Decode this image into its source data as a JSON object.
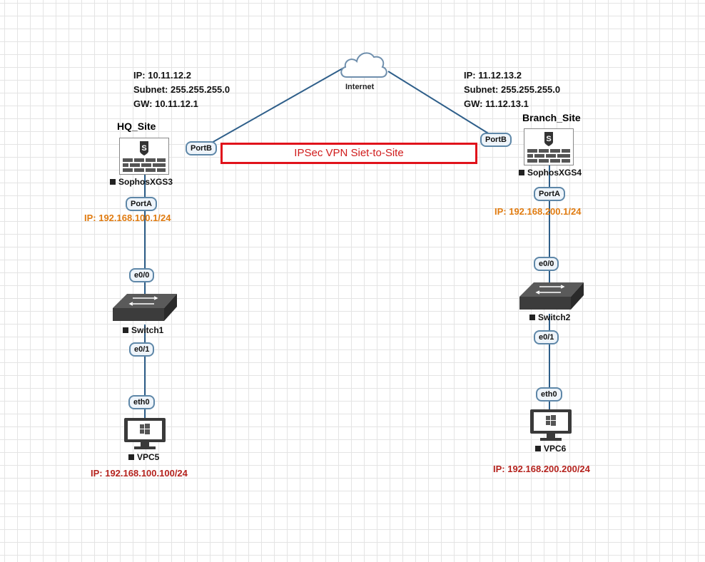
{
  "internet": {
    "label": "Internet"
  },
  "hq": {
    "info": {
      "ip": "IP: 10.11.12.2",
      "subnet": "Subnet: 255.255.255.0",
      "gw": "GW: 10.11.12.1"
    },
    "site_label": "HQ_Site",
    "firewall_label": "SophosXGS3",
    "port_wan": "PortB",
    "port_lan": "PortA",
    "lan_ip": "IP: 192.168.100.1/24",
    "switch_label": "Switch1",
    "switch_port_up": "e0/0",
    "switch_port_down": "e0/1",
    "pc_port": "eth0",
    "pc_label": "VPC5",
    "pc_ip": "IP: 192.168.100.100/24"
  },
  "branch": {
    "info": {
      "ip": "IP: 11.12.13.2",
      "subnet": "Subnet: 255.255.255.0",
      "gw": "GW: 11.12.13.1"
    },
    "site_label": "Branch_Site",
    "firewall_label": "SophosXGS4",
    "port_wan": "PortB",
    "port_lan": "PortA",
    "lan_ip": "IP: 192.168.200.1/24",
    "switch_label": "Switch2",
    "switch_port_up": "e0/0",
    "switch_port_down": "e0/1",
    "pc_port": "eth0",
    "pc_label": "VPC6",
    "pc_ip": "IP: 192.168.200.200/24"
  },
  "vpn": {
    "label": "IPSec VPN Siet-to-Site"
  },
  "colors": {
    "link": "#2f5f8a",
    "vpn_border": "#e0121b",
    "lan_ip": "#e07b10",
    "pc_ip": "#b5231e"
  }
}
